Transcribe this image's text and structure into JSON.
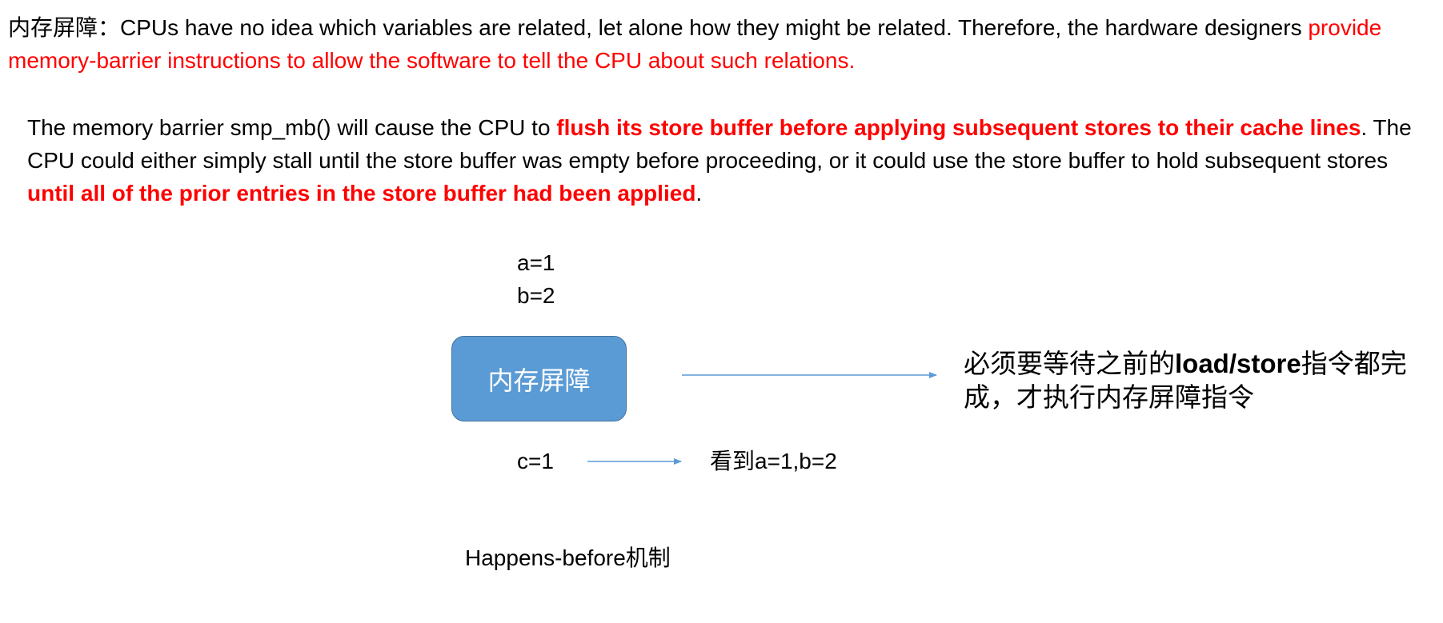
{
  "para1": {
    "prefix_cjk": "内存屏障：",
    "text": "CPUs have no idea which variables are related, let alone how they might be related. Therefore, the hardware designers ",
    "red": "provide memory-barrier instructions to allow the software to tell the CPU about such relations."
  },
  "para2": {
    "part1": "The memory barrier smp_mb() will cause the CPU to ",
    "bold_red1": "flush its store buffer before applying subsequent stores to their cache lines",
    "part2": ". The CPU could either simply stall until the store buffer was empty before proceeding, or it could use the store buffer to hold subsequent stores ",
    "bold_red2": "until all of the prior entries in the store buffer had been applied",
    "part3": "."
  },
  "diagram": {
    "store_a": "a=1",
    "store_b": "b=2",
    "barrier_label": "内存屏障",
    "note_before": "必须要等待之前的",
    "note_bold": "load/store",
    "note_after": "指令都完成，才执行内存屏障指令",
    "store_c": "c=1",
    "sees_prefix": "看到",
    "sees_values": "a=1,b=2",
    "caption": "Happens-before机制",
    "arrow_color": "#5b9bd5"
  }
}
